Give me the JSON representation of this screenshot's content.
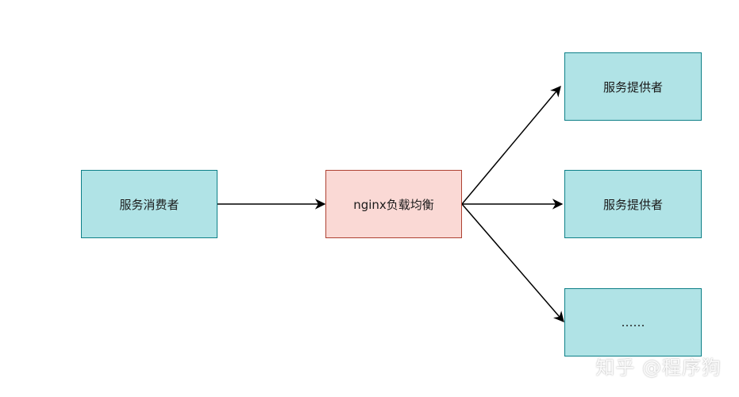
{
  "nodes": {
    "consumer": "服务消费者",
    "load_balancer": "nginx负载均衡",
    "providers": [
      "服务提供者",
      "服务提供者",
      "……"
    ]
  },
  "colors": {
    "teal_fill": "#b0e3e6",
    "teal_stroke": "#0e8088",
    "red_fill": "#fad9d5",
    "red_stroke": "#ae4132",
    "edge": "#000000"
  },
  "watermark": "知乎 @程序狗"
}
